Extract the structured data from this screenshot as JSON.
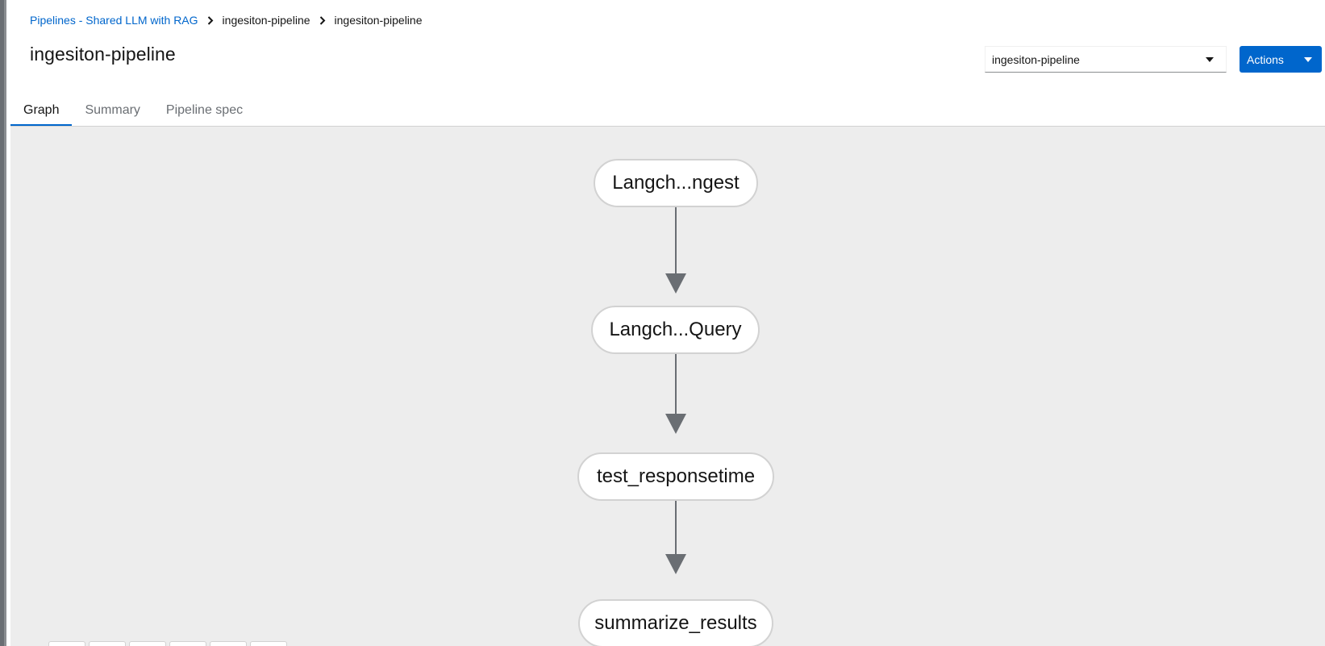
{
  "breadcrumb": [
    {
      "label": "Pipelines - Shared LLM with RAG"
    },
    {
      "label": "ingesiton-pipeline"
    },
    {
      "label": "ingesiton-pipeline"
    }
  ],
  "title": "ingesiton-pipeline",
  "version_select": {
    "value": "ingesiton-pipeline"
  },
  "actions": {
    "label": "Actions"
  },
  "tabs": [
    {
      "label": "Graph",
      "active": true
    },
    {
      "label": "Summary",
      "active": false
    },
    {
      "label": "Pipeline spec",
      "active": false
    }
  ],
  "graph": {
    "nodes": [
      {
        "label": "Langch...ngest"
      },
      {
        "label": "Langch...Query"
      },
      {
        "label": "test_responsetime"
      },
      {
        "label": "summarize_results"
      }
    ],
    "edge_color": "#6a6e73"
  },
  "zoom_controls": [
    "zoom-in",
    "zoom-out",
    "fit-to-screen",
    "reset-view",
    "expand",
    "collapse"
  ],
  "colors": {
    "accent": "#0066cc",
    "canvas": "#ededed"
  }
}
